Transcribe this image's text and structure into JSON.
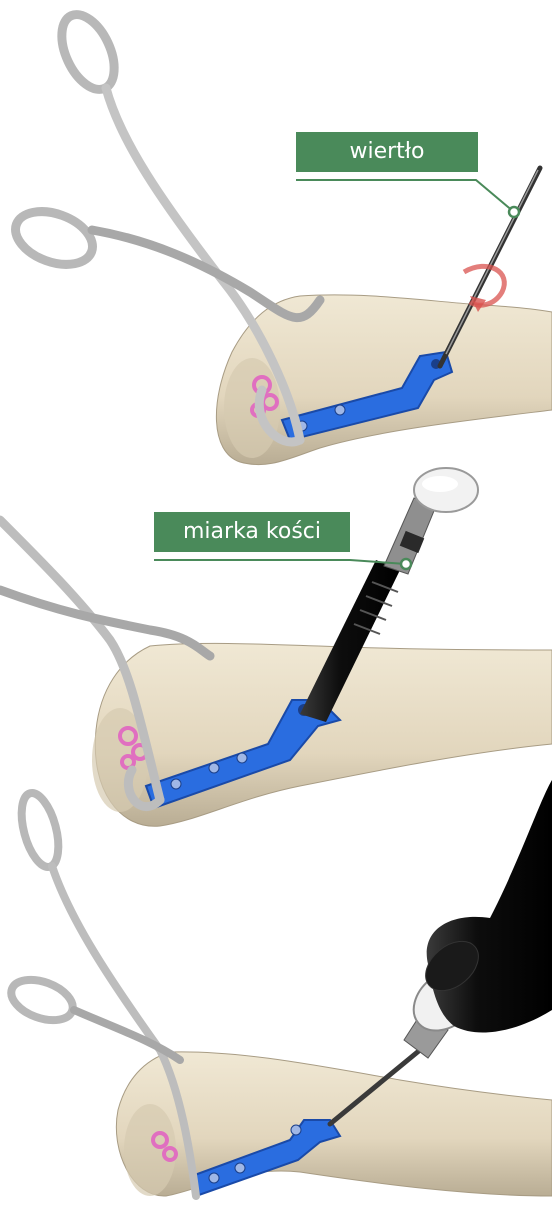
{
  "labels": {
    "drill": "wiertło",
    "depth_gauge": "miarka kości"
  },
  "colors": {
    "label_background": "#4a8a5a",
    "leader_line": "#4a8a5a",
    "plate": "#2a6de0",
    "bone": "#e6dcc6",
    "instrument_steel": "#cfcfcf",
    "handle": "#111111",
    "ligament": "#e06fc0",
    "rotation_arrow": "#d9534f"
  },
  "panels": [
    {
      "step": 1,
      "instrument": "drill-bit"
    },
    {
      "step": 2,
      "instrument": "depth-gauge"
    },
    {
      "step": 3,
      "instrument": "screwdriver"
    }
  ]
}
